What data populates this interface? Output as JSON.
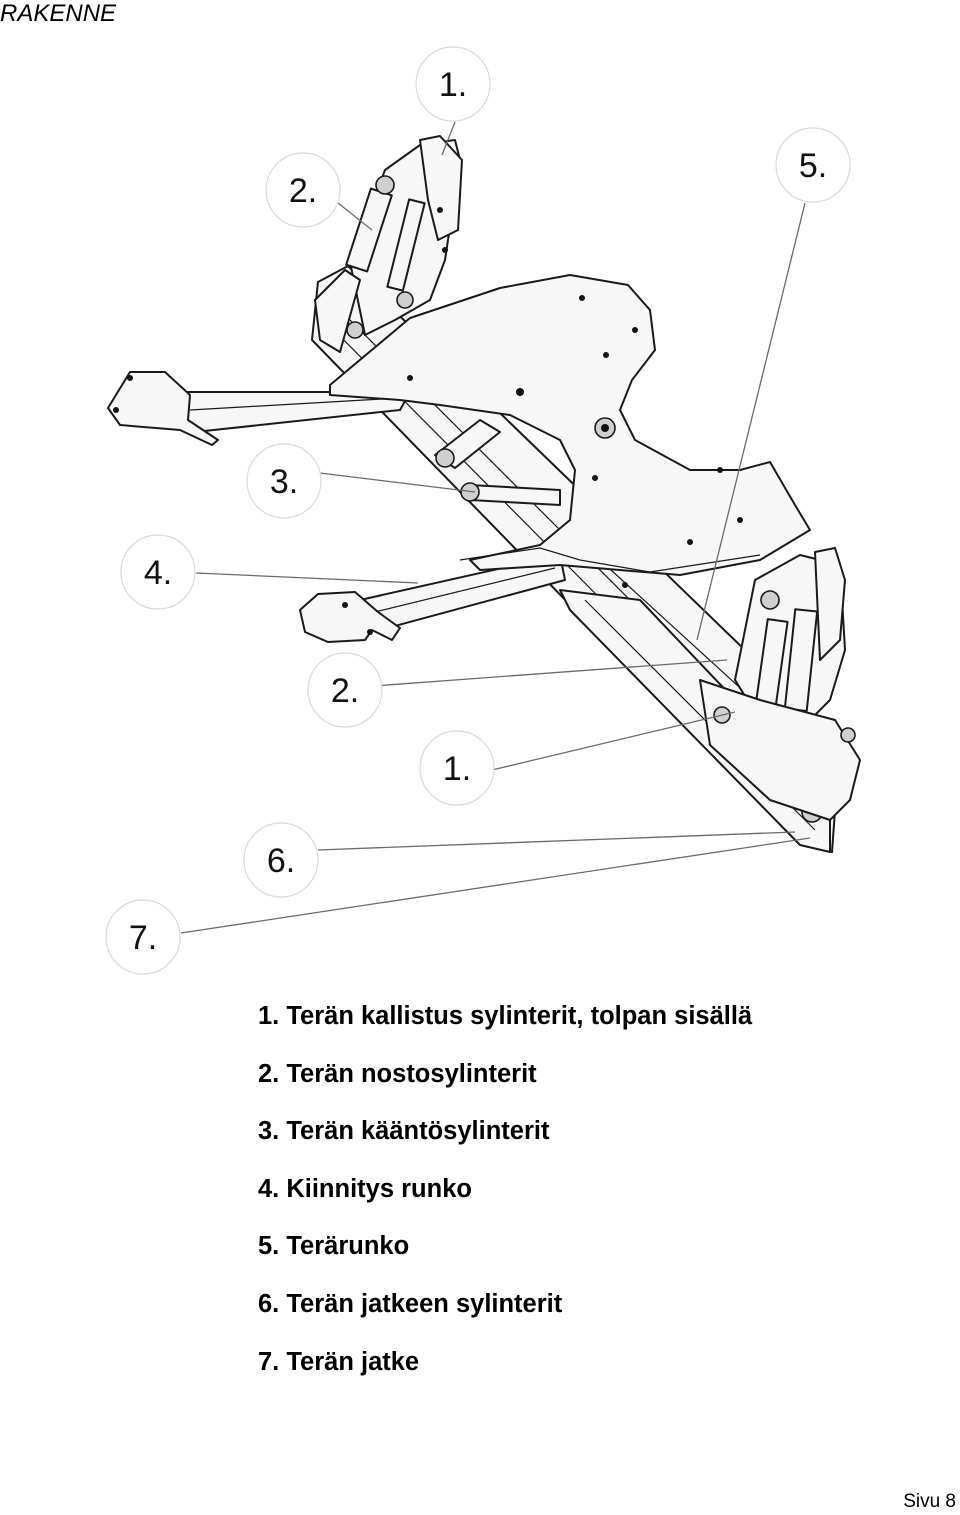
{
  "page": {
    "title": "RAKENNE",
    "footer": "Sivu 8"
  },
  "callouts": [
    {
      "id": "c1-top",
      "label": "1."
    },
    {
      "id": "c2-top",
      "label": "2."
    },
    {
      "id": "c5",
      "label": "5."
    },
    {
      "id": "c3",
      "label": "3."
    },
    {
      "id": "c4",
      "label": "4."
    },
    {
      "id": "c2-bottom",
      "label": "2."
    },
    {
      "id": "c1-bottom",
      "label": "1."
    },
    {
      "id": "c6",
      "label": "6."
    },
    {
      "id": "c7",
      "label": "7."
    }
  ],
  "legend": [
    "1. Terän kallistus sylinterit, tolpan sisällä",
    "2. Terän nostosylinterit",
    "3. Terän kääntösylinterit",
    "4. Kiinnitys runko",
    "5. Terärunko",
    "6. Terän jatkeen sylinterit",
    "7. Terän jatke"
  ]
}
